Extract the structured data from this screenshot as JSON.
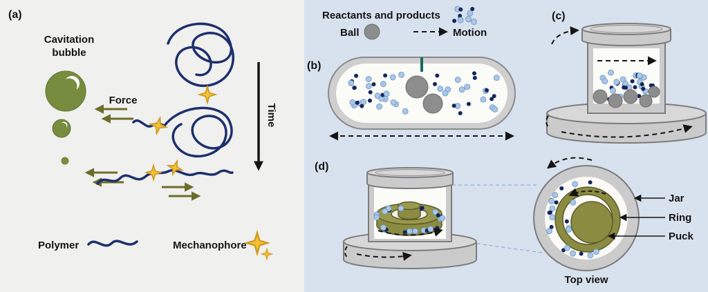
{
  "legend": {
    "reactants_label": "Reactants and products",
    "ball_label": "Ball",
    "motion_label": "Motion"
  },
  "panel_a": {
    "label": "(a)",
    "cavitation_line1": "Cavitation",
    "cavitation_line2": "bubble",
    "force_label": "Force",
    "time_label": "Time",
    "polymer_label": "Polymer",
    "mechanophore_label": "Mechanophore"
  },
  "panel_b": {
    "label": "(b)"
  },
  "panel_c": {
    "label": "(c)"
  },
  "panel_d": {
    "label": "(d)",
    "top_view_label": "Top view",
    "jar_label": "Jar",
    "ring_label": "Ring",
    "puck_label": "Puck"
  },
  "colors": {
    "left_bg": "#f0f0ee",
    "right_bg": "#d8e1ee",
    "polymer_navy": "#1d2f6d",
    "bubble_green": "#778c3e",
    "force_arrow_olive": "#6d6d2b",
    "star_gold": "#f3c331",
    "ball_gray": "#8d8d8d",
    "reactant_dark": "#16265c",
    "product_light": "#a9c7e8",
    "jar_gray": "#cbcbcb",
    "ring_olive": "#8b8b42",
    "divider_teal": "#176b60"
  }
}
